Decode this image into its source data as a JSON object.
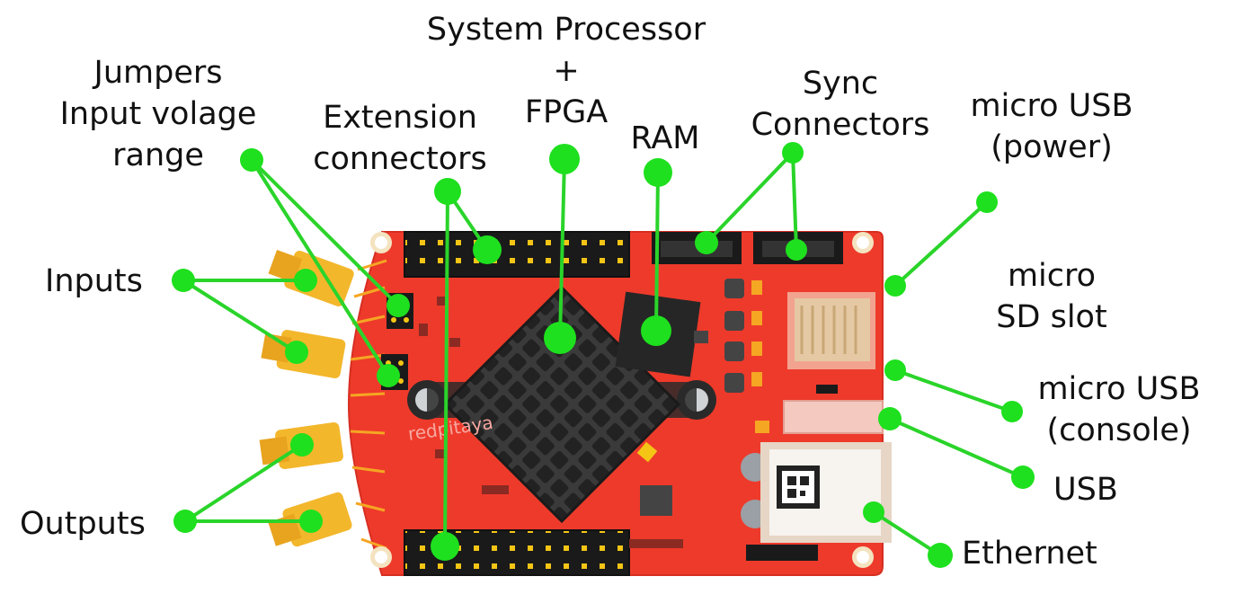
{
  "labels": {
    "jumpers": [
      "Jumpers",
      "Input volage",
      "range"
    ],
    "extension": [
      "Extension",
      "connectors"
    ],
    "system_processor": [
      "System Processor",
      "+",
      "FPGA"
    ],
    "ram": "RAM",
    "sync": [
      "Sync",
      "Connectors"
    ],
    "micro_usb_power": [
      "micro USB",
      "(power)"
    ],
    "inputs": "Inputs",
    "micro_sd": [
      "micro",
      "SD slot"
    ],
    "micro_usb_console": [
      "micro USB",
      "(console)"
    ],
    "usb": "USB",
    "outputs": "Outputs",
    "ethernet": "Ethernet"
  },
  "board_logo": "redpitaya",
  "colors": {
    "board": "#ee3a2b",
    "board_dark": "#cf2a1e",
    "header": "#1a1a1a",
    "pins": "#f5c516",
    "sma_gold": "#f3b72c",
    "heatsink": "#2b2b2b",
    "callout": "#1ee01e",
    "callout_line": "#2ad42a",
    "text": "#111111"
  }
}
